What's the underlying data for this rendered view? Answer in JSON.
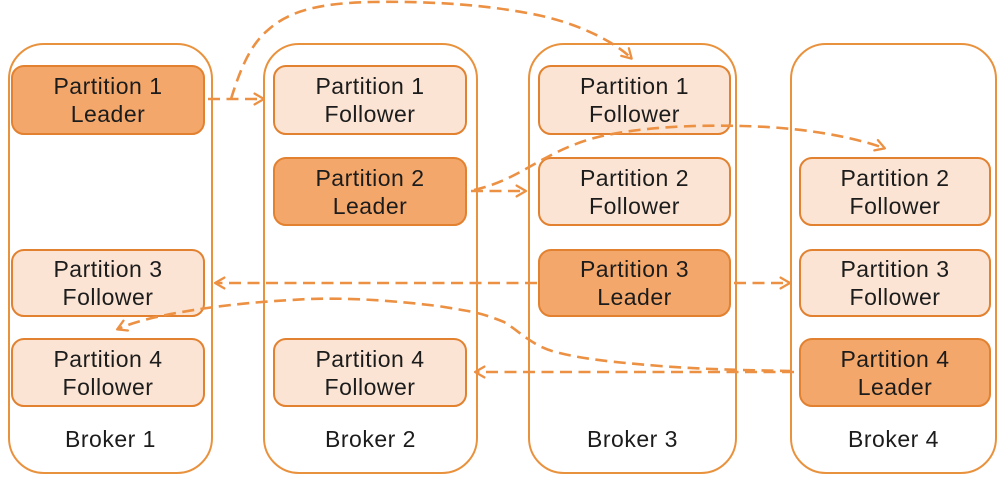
{
  "diagram": {
    "brokers": [
      {
        "label": "Broker 1",
        "partitions": [
          {
            "line1": "Partition 1",
            "line2": "Leader",
            "role": "leader"
          },
          {
            "line1": "Partition 3",
            "line2": "Follower",
            "role": "follower"
          },
          {
            "line1": "Partition 4",
            "line2": "Follower",
            "role": "follower"
          }
        ]
      },
      {
        "label": "Broker 2",
        "partitions": [
          {
            "line1": "Partition 1",
            "line2": "Follower",
            "role": "follower"
          },
          {
            "line1": "Partition 2",
            "line2": "Leader",
            "role": "leader"
          },
          {
            "line1": "Partition 4",
            "line2": "Follower",
            "role": "follower"
          }
        ]
      },
      {
        "label": "Broker 3",
        "partitions": [
          {
            "line1": "Partition 1",
            "line2": "Follower",
            "role": "follower"
          },
          {
            "line1": "Partition 2",
            "line2": "Follower",
            "role": "follower"
          },
          {
            "line1": "Partition 3",
            "line2": "Leader",
            "role": "leader"
          }
        ]
      },
      {
        "label": "Broker 4",
        "partitions": [
          {
            "line1": "Partition 2",
            "line2": "Follower",
            "role": "follower"
          },
          {
            "line1": "Partition 3",
            "line2": "Follower",
            "role": "follower"
          },
          {
            "line1": "Partition 4",
            "line2": "Leader",
            "role": "leader"
          }
        ]
      }
    ],
    "replication_links": [
      {
        "from": "Broker 1 / Partition 1 Leader",
        "to": "Broker 2 / Partition 1 Follower"
      },
      {
        "from": "Broker 1 / Partition 1 Leader",
        "to": "Broker 3 / Partition 1 Follower"
      },
      {
        "from": "Broker 2 / Partition 2 Leader",
        "to": "Broker 3 / Partition 2 Follower"
      },
      {
        "from": "Broker 2 / Partition 2 Leader",
        "to": "Broker 4 / Partition 2 Follower"
      },
      {
        "from": "Broker 3 / Partition 3 Leader",
        "to": "Broker 1 / Partition 3 Follower"
      },
      {
        "from": "Broker 3 / Partition 3 Leader",
        "to": "Broker 4 / Partition 3 Follower"
      },
      {
        "from": "Broker 4 / Partition 4 Leader",
        "to": "Broker 2 / Partition 4 Follower"
      },
      {
        "from": "Broker 4 / Partition 4 Leader",
        "to": "Broker 1 / Partition 4 Follower"
      }
    ],
    "colors": {
      "leader_fill": "#F4A76A",
      "follower_fill": "#FBE4D3",
      "box_border": "#E2812F",
      "container_border": "#E9923E",
      "arrow": "#EC9143",
      "text": "#1C1C1C",
      "background": "#FFFFFF"
    }
  }
}
